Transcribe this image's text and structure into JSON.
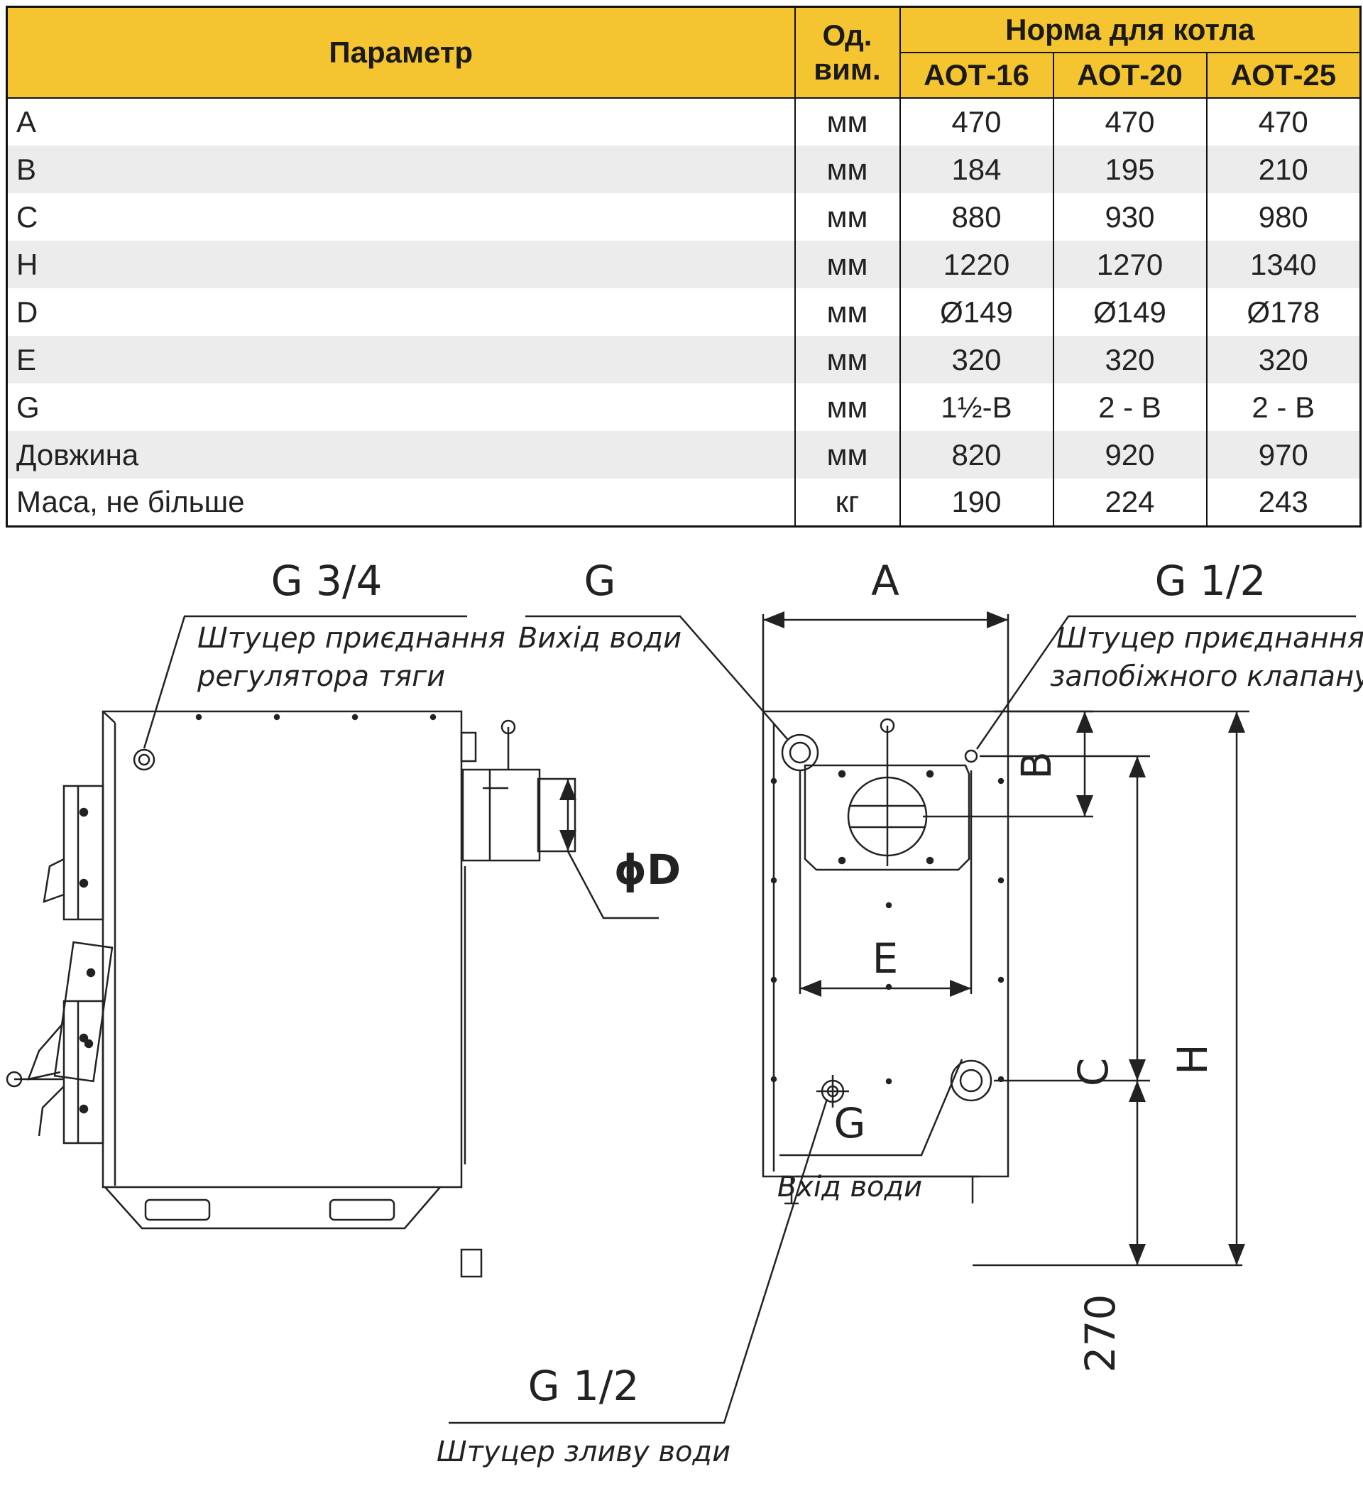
{
  "table": {
    "header": {
      "param": "Параметр",
      "unit_line1": "Од.",
      "unit_line2": "вим.",
      "norm": "Норма для котла",
      "models": [
        "АОТ-16",
        "АОТ-20",
        "АОТ-25"
      ]
    },
    "rows": [
      {
        "param": "A",
        "unit": "мм",
        "values": [
          "470",
          "470",
          "470"
        ]
      },
      {
        "param": "B",
        "unit": "мм",
        "values": [
          "184",
          "195",
          "210"
        ]
      },
      {
        "param": "C",
        "unit": "мм",
        "values": [
          "880",
          "930",
          "980"
        ]
      },
      {
        "param": "H",
        "unit": "мм",
        "values": [
          "1220",
          "1270",
          "1340"
        ]
      },
      {
        "param": "D",
        "unit": "мм",
        "values": [
          "Ø149",
          "Ø149",
          "Ø178"
        ]
      },
      {
        "param": "E",
        "unit": "мм",
        "values": [
          "320",
          "320",
          "320"
        ]
      },
      {
        "param": "G",
        "unit": "мм",
        "values": [
          "1½-B",
          "2 - B",
          "2 - B"
        ]
      },
      {
        "param": "Довжина",
        "unit": "мм",
        "values": [
          "820",
          "920",
          "970"
        ]
      },
      {
        "param": "Маса, не більше",
        "unit": "кг",
        "values": [
          "190",
          "224",
          "243"
        ]
      }
    ]
  },
  "drawing": {
    "draft_fitting": {
      "size": "G 3/4",
      "line1": "Штуцер приєднання",
      "line2": "регулятора тяги"
    },
    "water_outlet": {
      "size": "G",
      "text": "Вихід води"
    },
    "dim_a": "A",
    "safety_fitting": {
      "size": "G 1/2",
      "line1": "Штуцер приєднання",
      "line2": "запобіжного клапану"
    },
    "dim_b": "B",
    "dim_d": "ϕD",
    "dim_e": "E",
    "dim_c": "C",
    "dim_h": "H",
    "water_inlet": {
      "size": "G",
      "text": "Вхід води"
    },
    "dim_270": "270",
    "drain_fitting": {
      "size": "G 1/2",
      "text": "Штуцер зливу води"
    },
    "colors": {
      "header": "#F4C431",
      "stripe": "#ececec",
      "line": "#222222"
    }
  }
}
